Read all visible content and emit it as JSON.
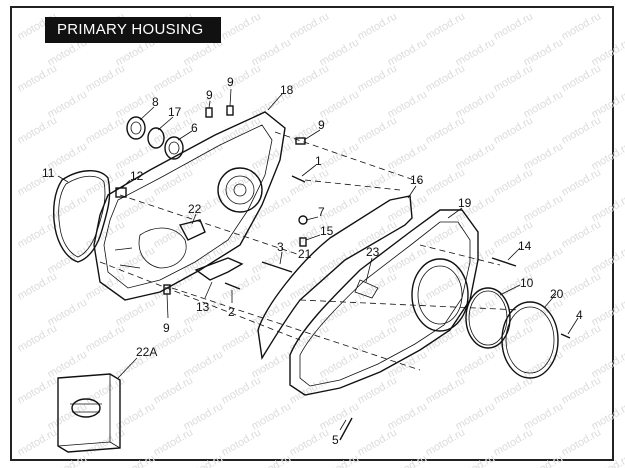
{
  "title": "PRIMARY HOUSING",
  "watermark": "motod.ru",
  "callouts": [
    {
      "id": "c8",
      "label": "8"
    },
    {
      "id": "c17",
      "label": "17"
    },
    {
      "id": "c6",
      "label": "6"
    },
    {
      "id": "c9a",
      "label": "9"
    },
    {
      "id": "c9b",
      "label": "9"
    },
    {
      "id": "c18",
      "label": "18"
    },
    {
      "id": "c9c",
      "label": "9"
    },
    {
      "id": "c1",
      "label": "1"
    },
    {
      "id": "c11",
      "label": "11"
    },
    {
      "id": "c12",
      "label": "12"
    },
    {
      "id": "c16",
      "label": "16"
    },
    {
      "id": "c19",
      "label": "19"
    },
    {
      "id": "c22",
      "label": "22"
    },
    {
      "id": "c7",
      "label": "7"
    },
    {
      "id": "c15",
      "label": "15"
    },
    {
      "id": "c3",
      "label": "3"
    },
    {
      "id": "c21",
      "label": "21"
    },
    {
      "id": "c23",
      "label": "23"
    },
    {
      "id": "c14",
      "label": "14"
    },
    {
      "id": "c10",
      "label": "10"
    },
    {
      "id": "c20",
      "label": "20"
    },
    {
      "id": "c4",
      "label": "4"
    },
    {
      "id": "c13",
      "label": "13"
    },
    {
      "id": "c2",
      "label": "2"
    },
    {
      "id": "c9d",
      "label": "9"
    },
    {
      "id": "c22A",
      "label": "22A"
    },
    {
      "id": "c5",
      "label": "5"
    }
  ]
}
